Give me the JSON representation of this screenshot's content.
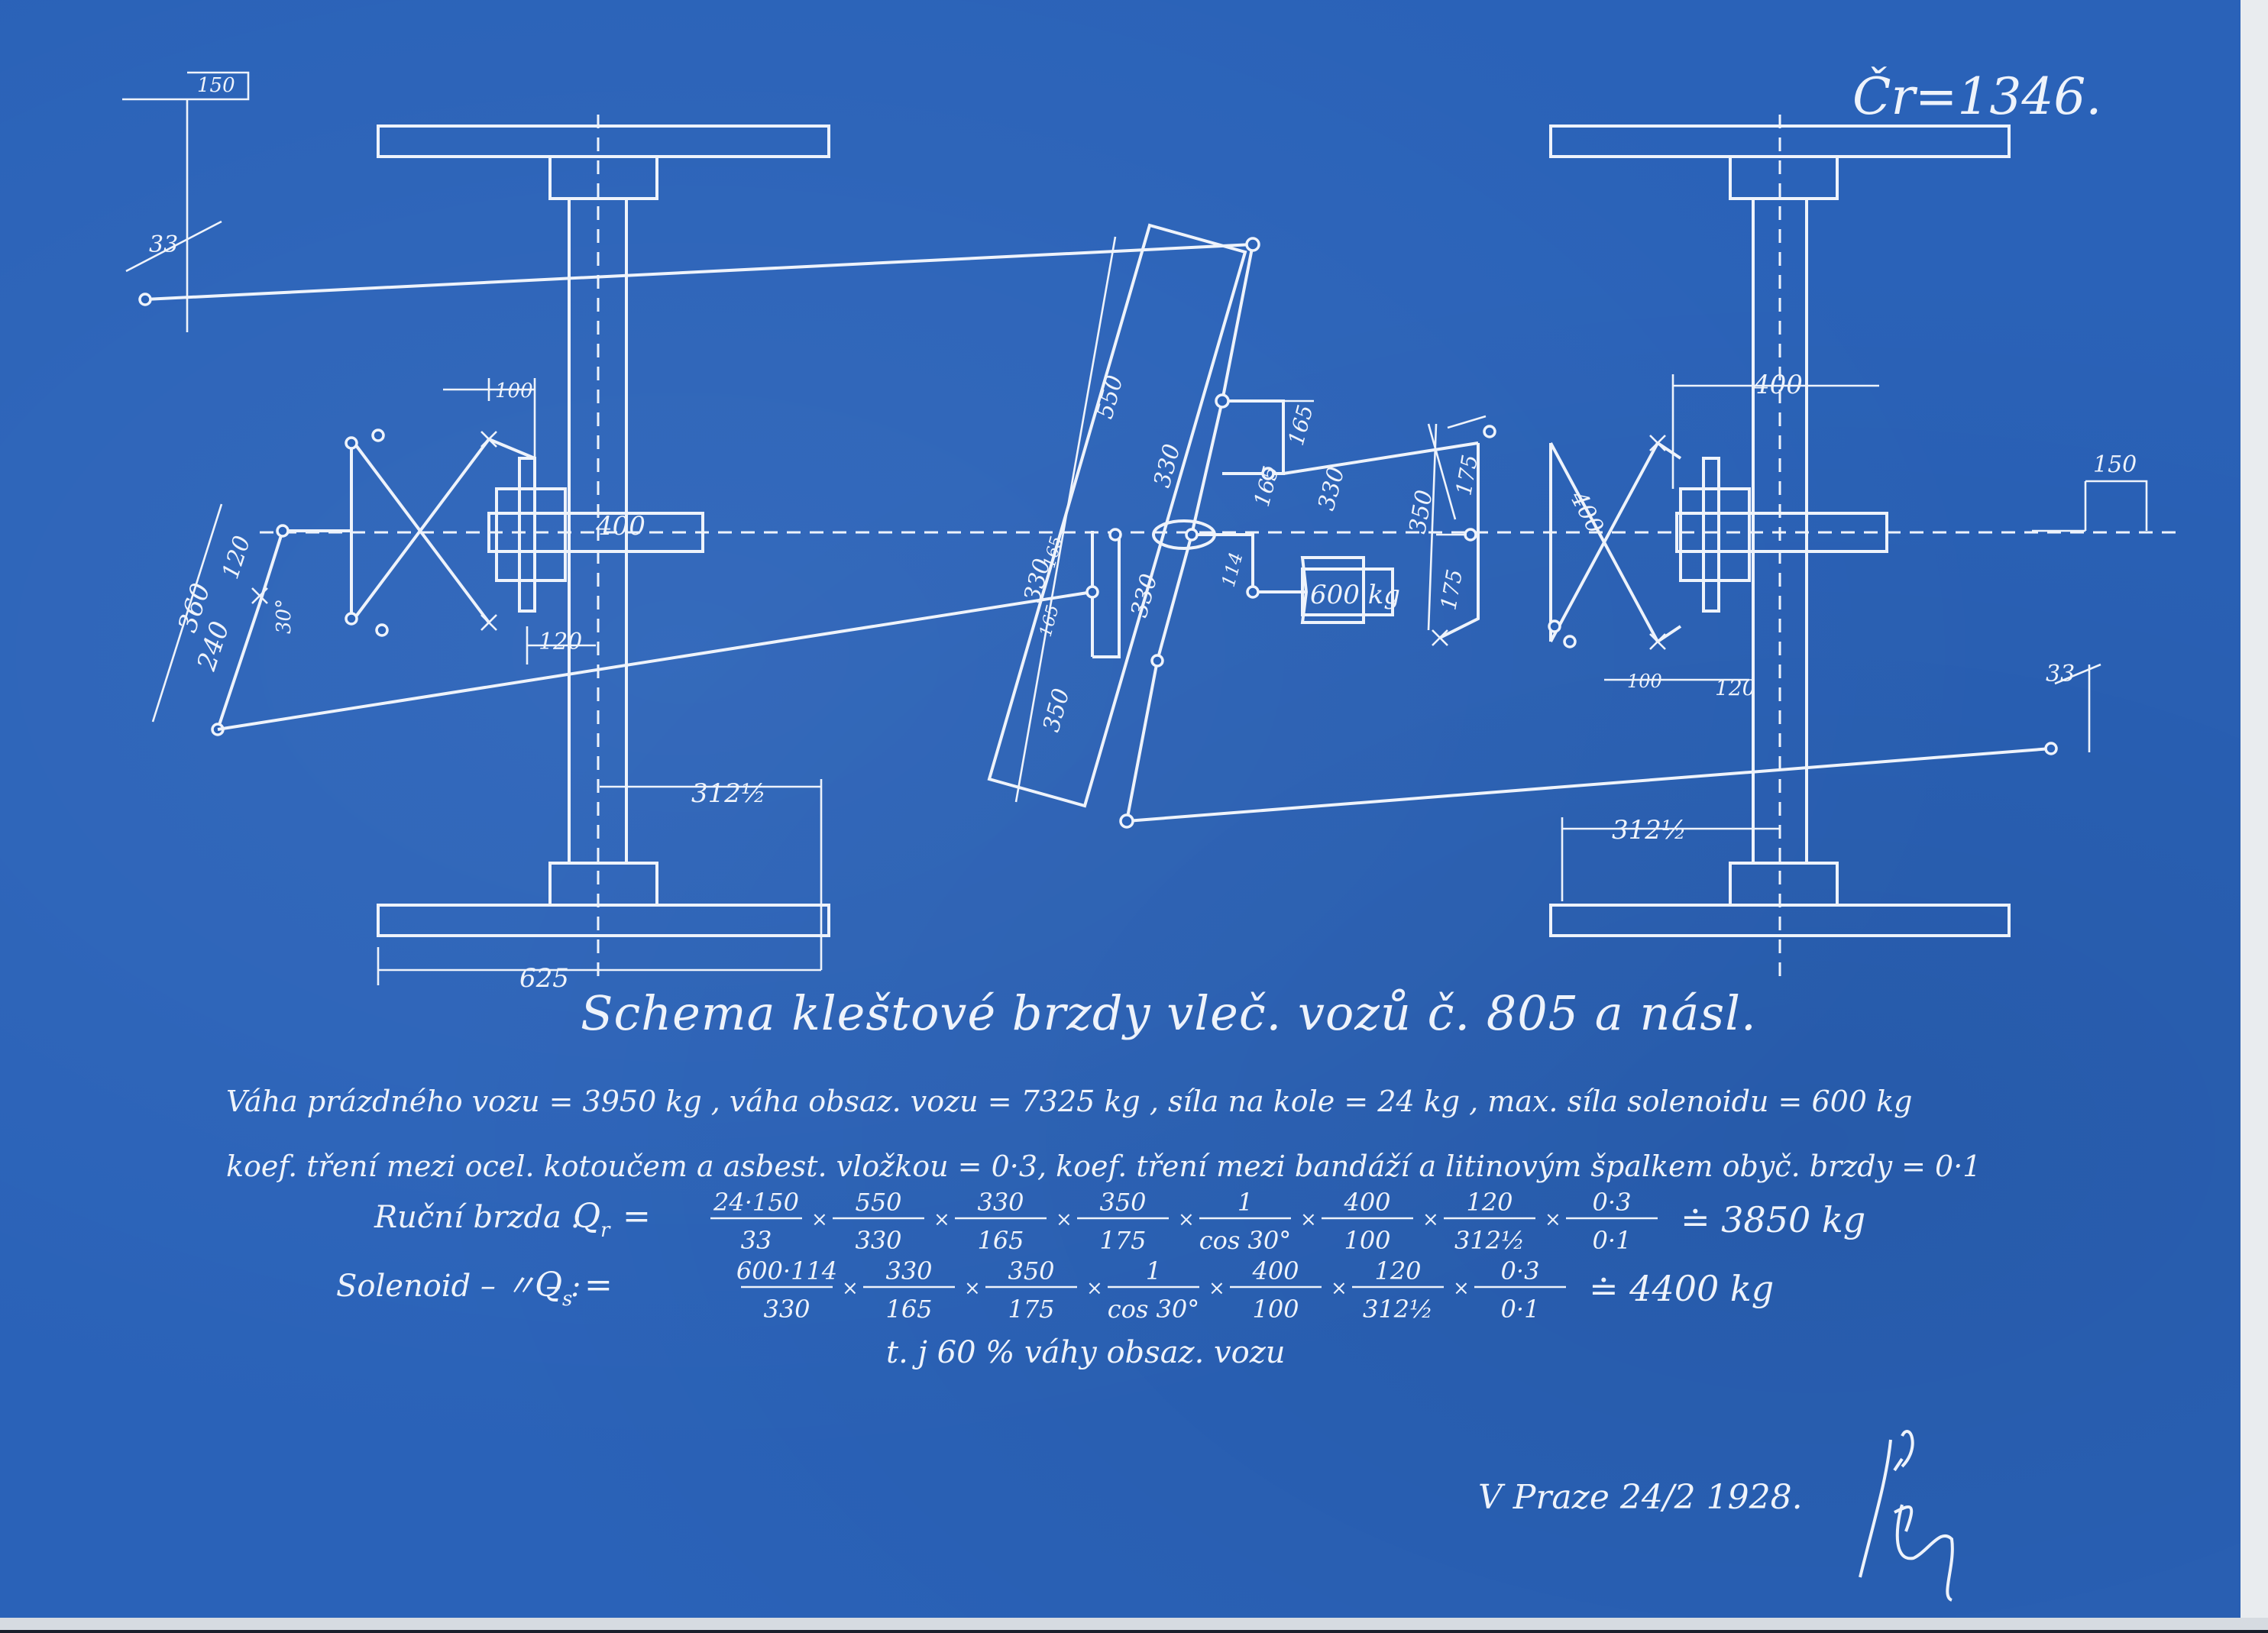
{
  "drawing_number": "Čr=1346.",
  "title": "Schema kleštové brzdy vleč. vozů č. 805 a násl.",
  "notes": [
    "Váha prázdného vozu = 3950 kg , váha obsaz. vozu = 7325 kg , síla na kole = 24 kg , max. síla solenoidu = 600 kg",
    "koef. tření mezi ocel. kotoučem a asbest. vložkou = 0·3, koef. tření mezi bandáží a litinovým špalkem obyč. brzdy = 0·1"
  ],
  "formula_hand": {
    "label": "Ruční brzda :",
    "lhs": "Q",
    "lhs_sub": "r",
    "eq": "=",
    "fractions": [
      [
        "24·150",
        "33"
      ],
      [
        "550",
        "330"
      ],
      [
        "330",
        "165"
      ],
      [
        "350",
        "175"
      ],
      [
        "1",
        "cos 30°"
      ],
      [
        "400",
        "100"
      ],
      [
        "120",
        "312½"
      ],
      [
        "0·3",
        "0·1"
      ]
    ],
    "result": "≐ 3850 kg"
  },
  "formula_solenoid": {
    "label": "Solenoid – 〃 – :",
    "lhs": "Q",
    "lhs_sub": "s",
    "eq": "=",
    "fractions": [
      [
        "600·114",
        "330"
      ],
      [
        "330",
        "165"
      ],
      [
        "350",
        "175"
      ],
      [
        "1",
        "cos 30°"
      ],
      [
        "400",
        "100"
      ],
      [
        "120",
        "312½"
      ],
      [
        "0·3",
        "0·1"
      ]
    ],
    "result": "≐ 4400 kg"
  },
  "conclusion": "t. j 60 % váhy obsaz. vozu",
  "place_date": "V Praze 24/2 1928.",
  "signature": "Čr",
  "dimensions": {
    "d150_left": "150",
    "d33_left": "33",
    "d100_left": "100",
    "d400_left": "400",
    "d120_left": "120",
    "d360": "360",
    "d120_link": "120",
    "d240": "240",
    "d30deg": "30°",
    "d312_left": "312½",
    "d625": "625",
    "d550_top": "550",
    "d330_mid": "330",
    "d330_low": "330",
    "d165a": "165",
    "d165b": "165",
    "d330_box": "330",
    "d165_left": "165",
    "d165_small": "165",
    "d330_lower_left": "330",
    "d114": "114",
    "d350_lower": "350",
    "d350_right": "350",
    "d175_top": "175",
    "d175_bottom": "175",
    "solenoid_force": "600 kg",
    "d400_right": "400",
    "d400_link_right": "400",
    "d150_right": "150",
    "d33_right": "33",
    "d100_right": "100",
    "d120_right": "120",
    "d312_right": "312½"
  }
}
